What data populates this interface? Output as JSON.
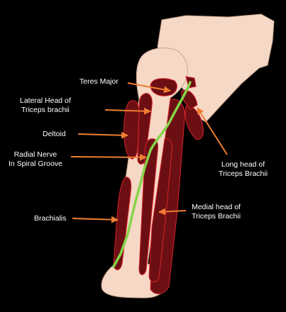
{
  "labels": {
    "teres_major": "Teres Major",
    "lateral_head_line1": "Lateral Head of",
    "lateral_head_line2": "Triceps brachii",
    "deltoid": "Deltoid",
    "radial_nerve_line1": "Radial Nerve",
    "radial_nerve_line2": "In Spiral Groove",
    "long_head_line1": "Long head of",
    "long_head_line2": "Triceps Brachii",
    "brachialis": "Brachialis",
    "medial_head_line1": "Medial head of",
    "medial_head_line2": "Triceps Brachii"
  },
  "colors": {
    "background": "#000000",
    "bone": "#f6d8c6",
    "bone_outline": "#c9a48e",
    "muscle": "#6b0f14",
    "muscle_outline": "#d8232a",
    "nerve": "#86d44a",
    "arrow": "#ef7d32",
    "text": "#ffffff"
  }
}
